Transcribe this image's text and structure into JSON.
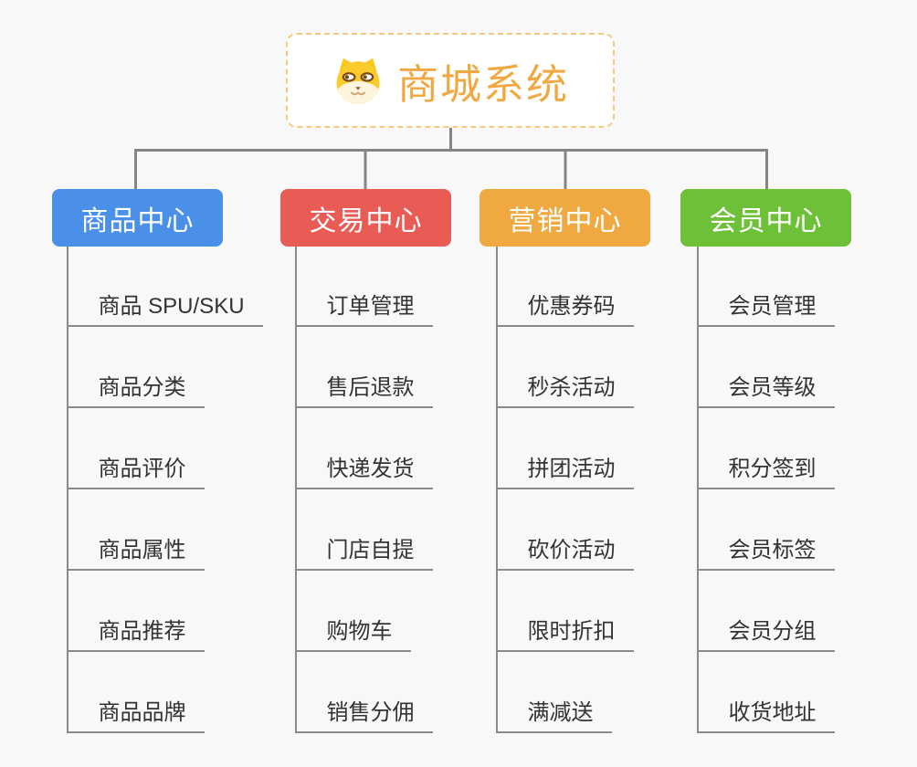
{
  "root": {
    "title": "商城系统",
    "icon": "dog-face-icon"
  },
  "branches": [
    {
      "label": "商品中心",
      "color": "#4a90e8",
      "children": [
        "商品 SPU/SKU",
        "商品分类",
        "商品评价",
        "商品属性",
        "商品推荐",
        "商品品牌"
      ]
    },
    {
      "label": "交易中心",
      "color": "#e95c55",
      "children": [
        "订单管理",
        "售后退款",
        "快递发货",
        "门店自提",
        "购物车",
        "销售分佣"
      ]
    },
    {
      "label": "营销中心",
      "color": "#efa940",
      "children": [
        "优惠券码",
        "秒杀活动",
        "拼团活动",
        "砍价活动",
        "限时折扣",
        "满减送"
      ]
    },
    {
      "label": "会员中心",
      "color": "#6ec038",
      "children": [
        "会员管理",
        "会员等级",
        "积分签到",
        "会员标签",
        "会员分组",
        "收货地址"
      ]
    }
  ],
  "colors": {
    "background": "#f8f8f8",
    "connector": "#858585",
    "underline": "#8a8a8a",
    "child_text": "#333333",
    "root_text": "#f0a843",
    "root_border": "#f6c87e"
  }
}
